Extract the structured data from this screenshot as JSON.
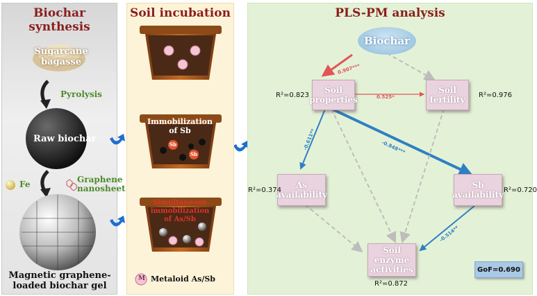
{
  "panels": {
    "synthesis": {
      "title": "Biochar synthesis",
      "feedstock": "Sugarcane bagasse",
      "process": "Pyrolysis",
      "raw": "Raw biochar",
      "iron": "Fe",
      "graphene": "Graphene nanosheet",
      "product_line1": "Magnetic graphene-",
      "product_line2": "loaded biochar gel"
    },
    "incubation": {
      "title": "Soil incubation",
      "pot2_label_line1": "Immobilization",
      "pot2_label_line2": "of Sb",
      "pot3_label_line1": "Simultaneous",
      "pot3_label_line2": "immobilization",
      "pot3_label_line3": "of As/Sb",
      "sb": "Sb",
      "m": "M",
      "legend": "Metaloid As/Sb"
    },
    "pls": {
      "title": "PLS-PM analysis",
      "nodes": {
        "biochar": "Biochar",
        "soil_properties_line1": "Soil",
        "soil_properties_line2": "properties",
        "soil_fertility_line1": "Soil",
        "soil_fertility_line2": "fertility",
        "as_line1": "As",
        "as_line2": "availability",
        "sb_line1": "Sb",
        "sb_line2": "availability",
        "enzyme_line1": "Soil",
        "enzyme_line2": "enzyme",
        "enzyme_line3": "activities"
      },
      "r2": {
        "soil_properties": "R²=0.823",
        "soil_fertility": "R²=0.976",
        "as": "R²=0.374",
        "sb": "R²=0.720",
        "enzyme": "R²=0.872"
      },
      "paths": {
        "biochar_to_properties": "0.907***",
        "properties_to_fertility": "0.525*",
        "properties_to_as": "-0.611**",
        "properties_to_sb": "-0.848***",
        "sb_to_enzyme": "-0.514**"
      },
      "gof": "GoF=0.690"
    }
  },
  "colors": {
    "title": "#8b1d1d",
    "positive_path": "#e2545a",
    "negative_path": "#2f7fc4",
    "nonsig_path": "#bdbdbd",
    "green_text": "#4e8a2b"
  }
}
